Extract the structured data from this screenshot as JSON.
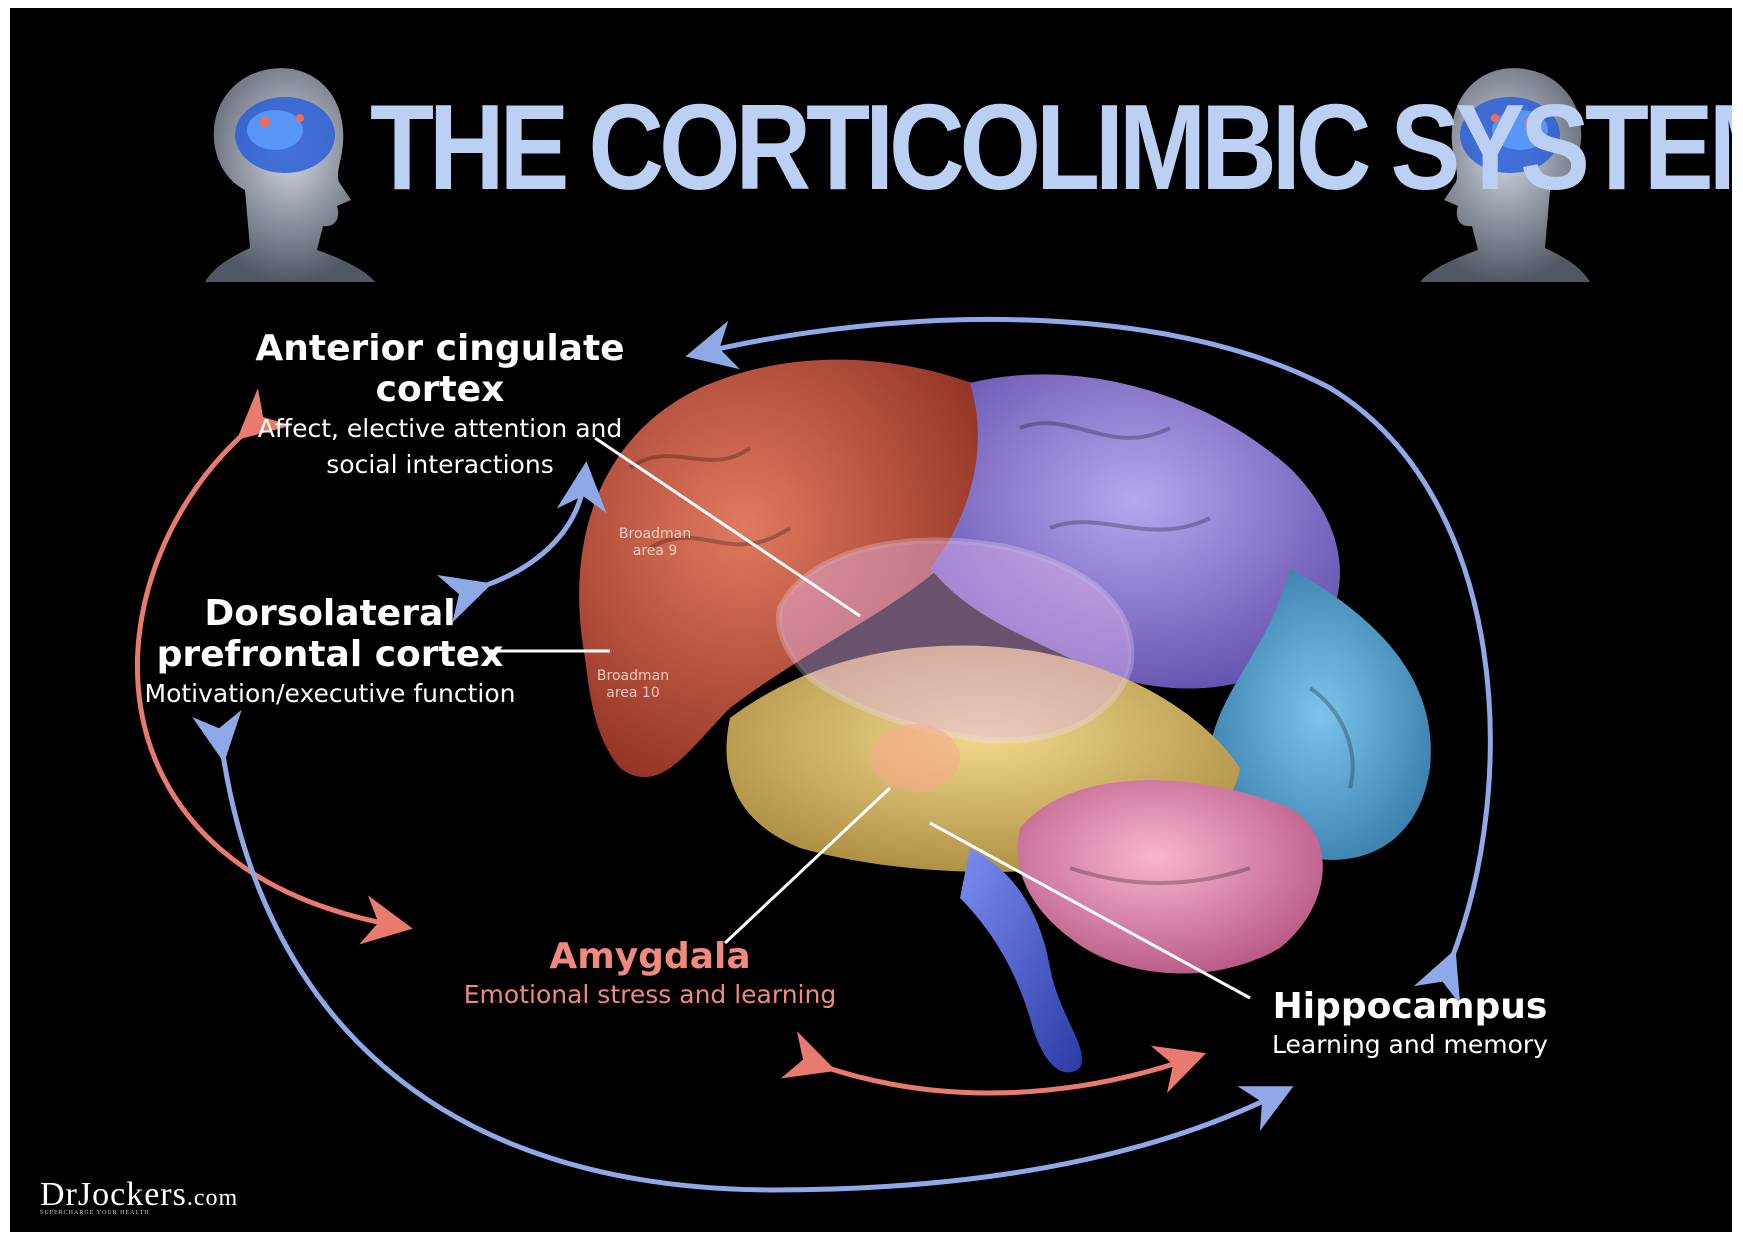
{
  "title": "THE CORTICOLIMBIC SYSTEM",
  "regions": {
    "acc": {
      "name": "Anterior cingulate cortex",
      "desc1": "Affect, elective attention and",
      "desc2": "social interactions"
    },
    "dlpfc": {
      "name1": "Dorsolateral",
      "name2": "prefrontal cortex",
      "desc": "Motivation/executive function"
    },
    "amygdala": {
      "name": "Amygdala",
      "desc": "Emotional stress and learning"
    },
    "hippocampus": {
      "name": "Hippocampus",
      "desc": "Learning and memory"
    }
  },
  "brodmann": {
    "area9": {
      "line1": "Broadman",
      "line2": "area 9"
    },
    "area10": {
      "line1": "Broadman",
      "line2": "area 10"
    }
  },
  "logo": {
    "main": "DrJockers",
    "suffix": ".com",
    "tagline": "Supercharge Your Health"
  },
  "colors": {
    "background": "#000000",
    "title": "#bcd0f4",
    "frontal_lobe": "#c8523f",
    "parietal_lobe": "#9a86dc",
    "occipital_lobe": "#4da8d8",
    "temporal_lobe": "#e0c26a",
    "cerebellum": "#e98fb1",
    "brainstem": "#5a6fd8",
    "limbic_overlay": "#e6b6f0",
    "arrow_blue": "#8fa9e8",
    "arrow_red": "#e87a6e",
    "amygdala_label": "#f08a80"
  },
  "icons": [
    "head-brain-icon",
    "head-brain-icon"
  ]
}
